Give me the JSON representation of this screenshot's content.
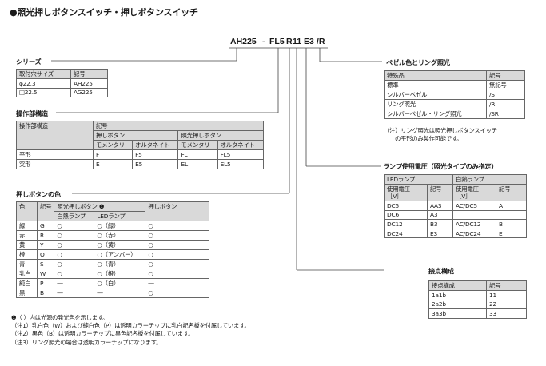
{
  "title": "●照光押しボタンスイッチ・押しボタンスイッチ",
  "part_code": {
    "p1": "AH225",
    "sep": "-",
    "p2": "FL5",
    "p3": "R",
    "p4": "11",
    "p5": "E3",
    "p6": "/R"
  },
  "series": {
    "title": "シリーズ",
    "headers": [
      "取付穴サイズ",
      "記号"
    ],
    "rows": [
      [
        "φ22.3",
        "AH225"
      ],
      [
        "□22.5",
        "AG225"
      ]
    ]
  },
  "operation": {
    "title": "操作部構造",
    "h_struct": "操作部構造",
    "h_symbol": "記号",
    "h_push": "押しボタン",
    "h_lit": "照光押しボタン",
    "h_mom": "モメンタリ",
    "h_alt": "オルタネイト",
    "rows": [
      [
        "平形",
        "F",
        "F5",
        "FL",
        "FL5"
      ],
      [
        "突形",
        "E",
        "E5",
        "EL",
        "EL5"
      ]
    ]
  },
  "colors": {
    "title": "押しボタンの色",
    "h_color": "色",
    "h_symbol": "記号",
    "h_lit": "照光押しボタン",
    "h_lit_mark": "❶",
    "h_push": "押しボタン",
    "h_incand": "白熱ランプ",
    "h_led": "LEDランプ",
    "rows": [
      [
        "緑",
        "G",
        "○",
        "○（緑）",
        "○"
      ],
      [
        "赤",
        "R",
        "○",
        "○（赤）",
        "○"
      ],
      [
        "黄",
        "Y",
        "○",
        "○（黄）",
        "○"
      ],
      [
        "橙",
        "O",
        "○",
        "○（アンバー）",
        "○"
      ],
      [
        "青",
        "S",
        "○",
        "○（青）",
        "○"
      ],
      [
        "乳白",
        "W",
        "○",
        "○（橙）",
        "○"
      ],
      [
        "純白",
        "P",
        "―",
        "○（白）",
        "―"
      ],
      [
        "黒",
        "B",
        "―",
        "―",
        "○"
      ]
    ]
  },
  "notes": [
    "❶（ ）内は光源の発光色を示します。",
    "（注1）乳白色（W）および純白色（P）は透明カラーチップに乳白記名板を付属しています。",
    "（注2）黒色（B）は透明カラーチップに黒色記名板を付属しています。",
    "（注3）リング照光の場合は透明カラーチップになります。"
  ],
  "bezel": {
    "title": "ベゼル色とリング照光",
    "headers": [
      "特殊品",
      "記号"
    ],
    "rows": [
      [
        "標準",
        "無記号"
      ],
      [
        "シルバーベゼル",
        "/S"
      ],
      [
        "リング照光",
        "/R"
      ],
      [
        "シルバーベゼル・リング照光",
        "/SR"
      ]
    ],
    "note1": "（注）リング照光は照光押しボタンスイッチ",
    "note2": "の平形のみ製作可能です。"
  },
  "lamp": {
    "title": "ランプ使用電圧（照光タイプのみ指定）",
    "h_led": "LEDランプ",
    "h_incand": "白熱ランプ",
    "h_voltage": "使用電圧",
    "h_unit": "［V］",
    "h_symbol": "記号",
    "rows": [
      [
        "DC5",
        "AA3",
        "AC/DC5",
        "A"
      ],
      [
        "DC6",
        "A3",
        "",
        ""
      ],
      [
        "DC12",
        "B3",
        "AC/DC12",
        "B"
      ],
      [
        "DC24",
        "E3",
        "AC/DC24",
        "E"
      ]
    ]
  },
  "contacts": {
    "title": "接点構成",
    "headers": [
      "接点構成",
      "記号"
    ],
    "rows": [
      [
        "1a1b",
        "11"
      ],
      [
        "2a2b",
        "22"
      ],
      [
        "3a3b",
        "33"
      ]
    ]
  }
}
